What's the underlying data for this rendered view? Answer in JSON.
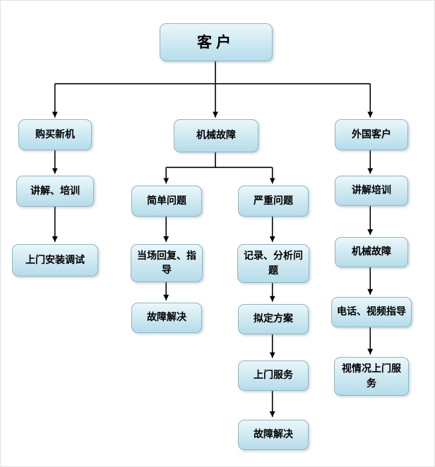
{
  "nodes": {
    "customer": {
      "label": "客户"
    },
    "buy_new_machine": {
      "label": "购买新机"
    },
    "explain_training": {
      "label": "讲解、培训"
    },
    "onsite_install_debug": {
      "label": "上门安装调试"
    },
    "mechanical_failure": {
      "label": "机械故障"
    },
    "simple_problem": {
      "label": "简单问题"
    },
    "onsite_reply_guidance": {
      "label": "当场回复、指导"
    },
    "fault_resolved_simple": {
      "label": "故障解决"
    },
    "serious_problem": {
      "label": "严重问题"
    },
    "record_analyze_problem": {
      "label": "记录、分析问题"
    },
    "formulate_plan": {
      "label": "拟定方案"
    },
    "onsite_service": {
      "label": "上门服务"
    },
    "fault_resolved_serious": {
      "label": "故障解决"
    },
    "foreign_customer": {
      "label": "外国客户"
    },
    "explain_training_foreign": {
      "label": "讲解培训"
    },
    "mechanical_failure_foreign": {
      "label": "机械故障"
    },
    "phone_video_guidance": {
      "label": "电话、视频指导"
    },
    "onsite_service_as_needed": {
      "label": "视情况上门服务"
    }
  },
  "edges": [
    {
      "from": "customer",
      "to": "buy_new_machine"
    },
    {
      "from": "customer",
      "to": "mechanical_failure"
    },
    {
      "from": "customer",
      "to": "foreign_customer"
    },
    {
      "from": "buy_new_machine",
      "to": "explain_training"
    },
    {
      "from": "explain_training",
      "to": "onsite_install_debug"
    },
    {
      "from": "mechanical_failure",
      "to": "simple_problem"
    },
    {
      "from": "mechanical_failure",
      "to": "serious_problem"
    },
    {
      "from": "simple_problem",
      "to": "onsite_reply_guidance"
    },
    {
      "from": "onsite_reply_guidance",
      "to": "fault_resolved_simple"
    },
    {
      "from": "serious_problem",
      "to": "record_analyze_problem"
    },
    {
      "from": "record_analyze_problem",
      "to": "formulate_plan"
    },
    {
      "from": "formulate_plan",
      "to": "onsite_service"
    },
    {
      "from": "onsite_service",
      "to": "fault_resolved_serious"
    },
    {
      "from": "foreign_customer",
      "to": "explain_training_foreign"
    },
    {
      "from": "explain_training_foreign",
      "to": "mechanical_failure_foreign"
    },
    {
      "from": "mechanical_failure_foreign",
      "to": "phone_video_guidance"
    },
    {
      "from": "phone_video_guidance",
      "to": "onsite_service_as_needed"
    }
  ],
  "colors": {
    "background": "#ffffff",
    "box_fill_top": "#eaf7fb",
    "box_fill_mid": "#cde8f1",
    "box_fill_bottom": "#b6dcea",
    "box_border": "#8fb5c3",
    "connector": "#000000",
    "text": "#000000"
  }
}
